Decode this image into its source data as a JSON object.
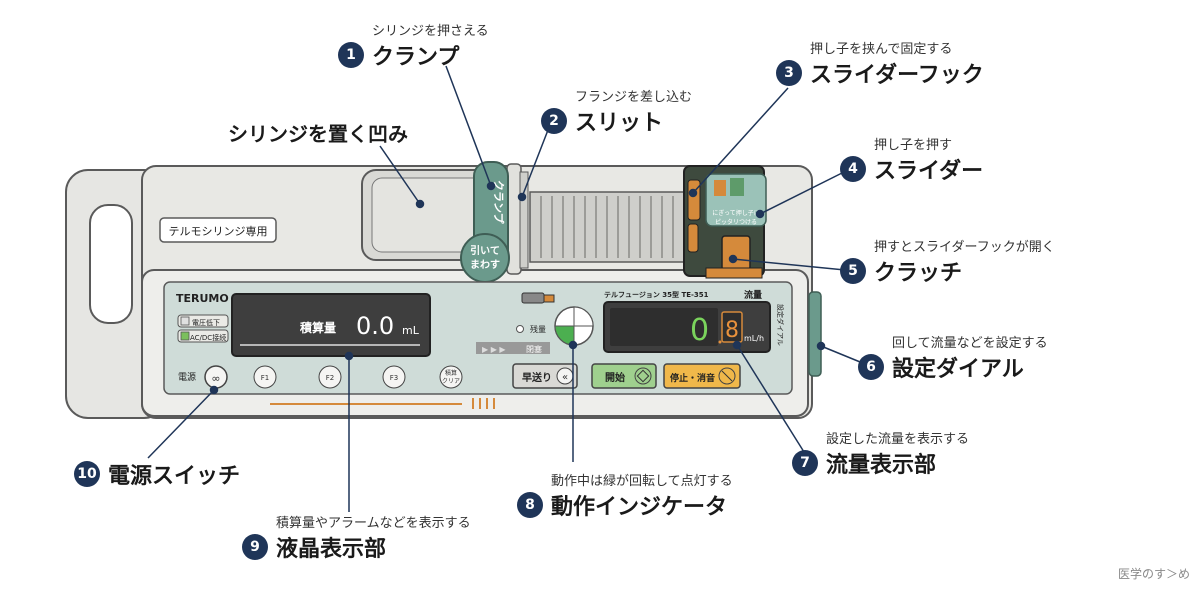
{
  "device": {
    "syringe_label": "テルモシリンジ専用",
    "clamp_text": "クランプ",
    "pull_turn_text": [
      "引いて",
      "まわす"
    ],
    "slider_label_line1": "にぎって押し子に",
    "slider_label_line2": "ピッタリつける",
    "brand": "TERUMO",
    "model": "テルフュージョン 35型 TE-351",
    "flow_header": "流量",
    "dial_vertical": "設定ダイアル",
    "indicator_low_voltage": "電圧低下",
    "indicator_acdc": "AC/DC接続",
    "lcd_label": "積算量",
    "lcd_value": "0.0",
    "lcd_unit": "mL",
    "remaining_label": "残量",
    "occlusion_label": "閉塞",
    "occlusion_arrows": "▶ ▶ ▶",
    "flow_value_green": "0",
    "flow_value_orange": "8",
    "flow_unit": "mL/h",
    "power_label": "電源",
    "f_keys": [
      "F1",
      "F2",
      "F3"
    ],
    "clear_key": [
      "積算",
      "クリア"
    ],
    "fast_forward": "早送り",
    "start": "開始",
    "stop_silence": "停止・消音"
  },
  "callouts": [
    {
      "num": "1",
      "title": "クランプ",
      "sub": "シリンジを押さえる"
    },
    {
      "num": "2",
      "title": "スリット",
      "sub": "フランジを差し込む"
    },
    {
      "num": "3",
      "title": "スライダーフック",
      "sub": "押し子を挟んで固定する"
    },
    {
      "num": "4",
      "title": "スライダー",
      "sub": "押し子を押す"
    },
    {
      "num": "5",
      "title": "クラッチ",
      "sub": "押すとスライダーフックが開く"
    },
    {
      "num": "6",
      "title": "設定ダイアル",
      "sub": "回して流量などを設定する"
    },
    {
      "num": "7",
      "title": "流量表示部",
      "sub": "設定した流量を表示する"
    },
    {
      "num": "8",
      "title": "動作インジケータ",
      "sub": "動作中は緑が回転して点灯する"
    },
    {
      "num": "9",
      "title": "液晶表示部",
      "sub": "積算量やアラームなどを表示する"
    },
    {
      "num": "10",
      "title": "電源スイッチ",
      "sub": ""
    }
  ],
  "syringe_recess_label": "シリンジを置く凹み",
  "watermark": "医学のす＞め"
}
